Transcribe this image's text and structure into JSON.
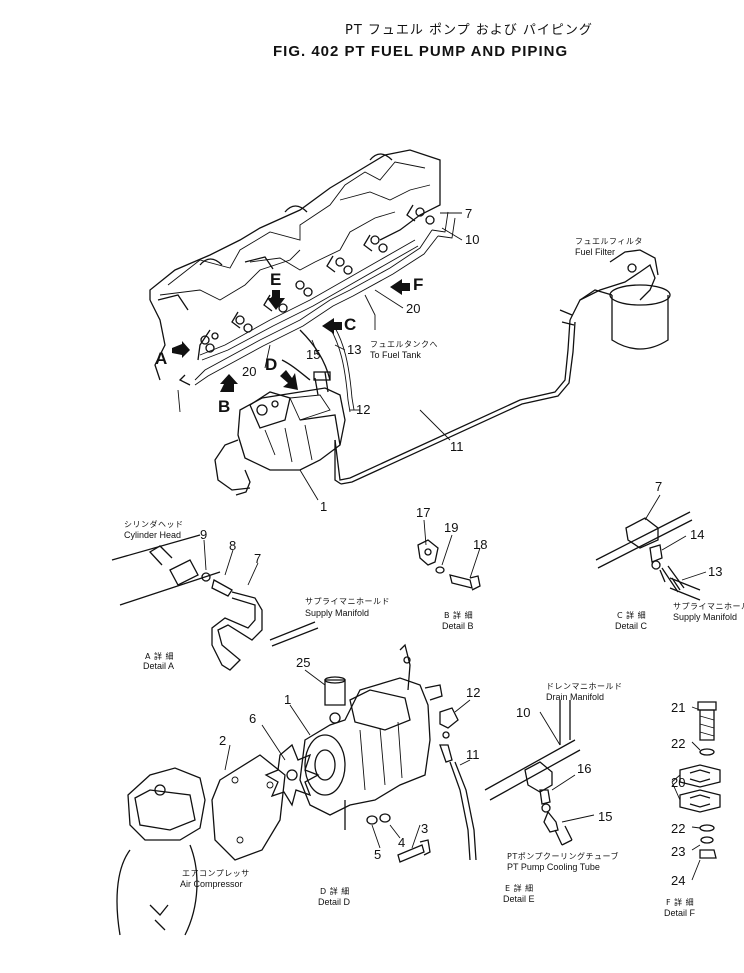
{
  "title": {
    "jp": "PT フュエル ポンプ および パイピング",
    "en": "FIG. 402  PT FUEL PUMP AND PIPING"
  },
  "main_view": {
    "callouts": [
      "7",
      "10",
      "20",
      "20",
      "15",
      "13",
      "12",
      "11",
      "1"
    ],
    "view_letters": [
      "A",
      "B",
      "C",
      "D",
      "E",
      "F"
    ],
    "fuel_filter": {
      "jp": "フュエルフィルタ",
      "en": "Fuel Filter"
    },
    "fuel_tank": {
      "jp": "フュエルタンクへ",
      "en": "To Fuel Tank"
    }
  },
  "detail_a": {
    "callouts": [
      "9",
      "8",
      "7"
    ],
    "cylinder_head": {
      "jp": "シリンダヘッド",
      "en": "Cylinder Head"
    },
    "supply_manifold": {
      "jp": "サプライマニホールド",
      "en": "Supply Manifold"
    },
    "label": {
      "jp": "A 詳 細",
      "en": "Detail A"
    }
  },
  "detail_b": {
    "callouts": [
      "17",
      "19",
      "18"
    ],
    "label": {
      "jp": "B 詳 細",
      "en": "Detail B"
    }
  },
  "detail_c": {
    "callouts": [
      "7",
      "14",
      "13"
    ],
    "supply_manifold": {
      "jp": "サプライマニホールド",
      "en": "Supply Manifold"
    },
    "label": {
      "jp": "C 詳 細",
      "en": "Detail C"
    }
  },
  "detail_d": {
    "callouts": [
      "25",
      "1",
      "6",
      "2",
      "12",
      "11",
      "3",
      "4",
      "5"
    ],
    "air_compressor": {
      "jp": "エアコンプレッサ",
      "en": "Air Compressor"
    },
    "label": {
      "jp": "D 詳 細",
      "en": "Detail D"
    }
  },
  "detail_e": {
    "callouts": [
      "10",
      "16",
      "15"
    ],
    "drain_manifold": {
      "jp": "ドレンマニホールド",
      "en": "Drain Manifold"
    },
    "cooling_tube": {
      "jp": "PTポンプクーリングチューブ",
      "en": "PT Pump Cooling Tube"
    },
    "label": {
      "jp": "E 詳 細",
      "en": "Detail E"
    }
  },
  "detail_f": {
    "callouts": [
      "21",
      "22",
      "20",
      "22",
      "23",
      "24"
    ],
    "label": {
      "jp": "F 詳 細",
      "en": "Detail F"
    }
  }
}
